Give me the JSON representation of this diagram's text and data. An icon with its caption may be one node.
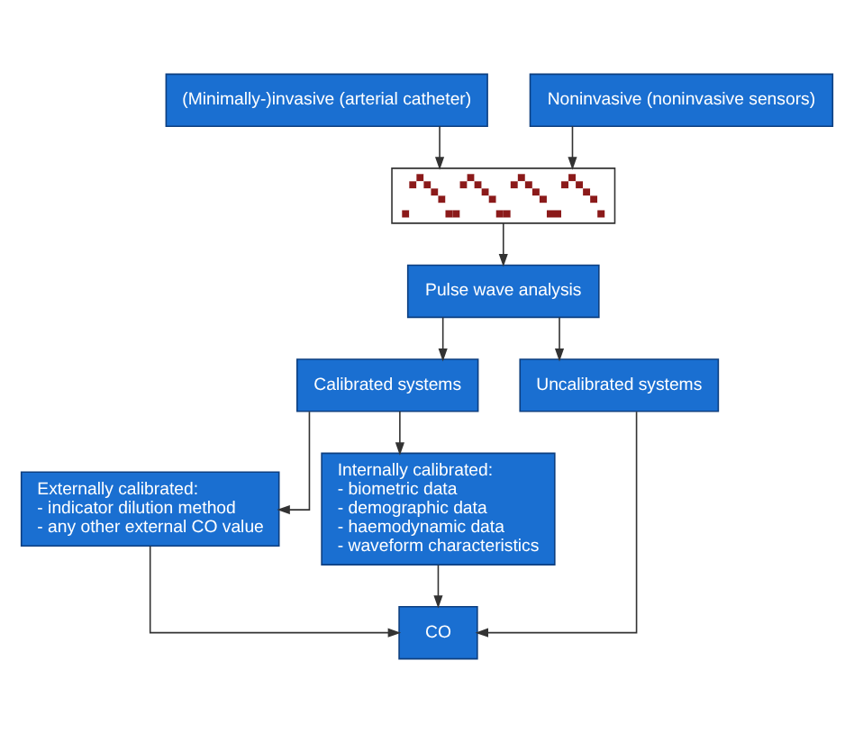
{
  "diagram": {
    "nodes": [
      {
        "text": [
          "(Minimally-)invasive (arterial catheter)"
        ]
      },
      {
        "text": [
          "Noninvasive (noninvasive sensors)"
        ]
      },
      {
        "text": [],
        "shape": "picture"
      },
      {
        "text": [
          "Pulse wave analysis"
        ]
      },
      {
        "text": [
          "Calibrated systems"
        ]
      },
      {
        "text": [
          "Uncalibrated systems"
        ]
      },
      {
        "text": [
          "Externally calibrated:",
          "- indicator dilution method",
          "- any other external CO value"
        ]
      },
      {
        "text": [
          "Internally calibrated:",
          "- biometric data",
          "- demographic data",
          "- haemodynamic data",
          "- waveform characteristics"
        ]
      },
      {
        "text": [
          "CO"
        ]
      }
    ],
    "edges": [
      {
        "from": 0,
        "to": 2,
        "arrow": "to"
      },
      {
        "from": 1,
        "to": 2,
        "arrow": "to"
      },
      {
        "from": 2,
        "to": 3,
        "arrow": "to"
      },
      {
        "from": 3,
        "to": 4,
        "arrow": "to"
      },
      {
        "from": 3,
        "to": 5,
        "arrow": "to"
      },
      {
        "from": 4,
        "to": 6,
        "arrow": "to"
      },
      {
        "from": 4,
        "to": 7,
        "arrow": "to"
      },
      {
        "from": 6,
        "to": 8,
        "arrow": "to"
      },
      {
        "from": 7,
        "to": 8,
        "arrow": "to"
      },
      {
        "from": 5,
        "to": 8,
        "arrow": "to"
      }
    ]
  }
}
